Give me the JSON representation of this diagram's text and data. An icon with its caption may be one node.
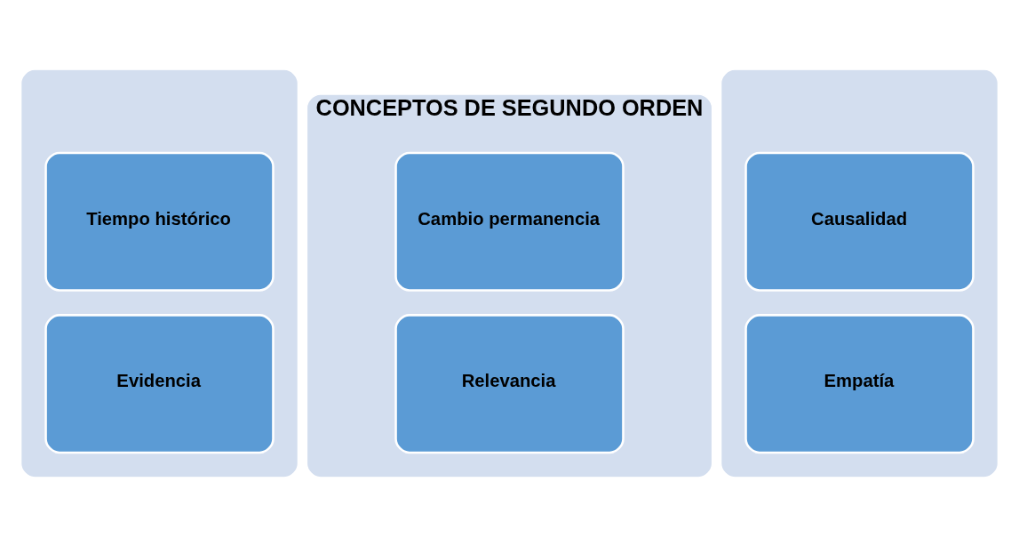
{
  "diagram": {
    "nodes": [
      {
        "text": [],
        "shape": "box"
      },
      {
        "text": [
          "Tiempo histórico"
        ],
        "in": 0
      },
      {
        "text": [
          "Evidencia"
        ],
        "in": 0
      },
      {
        "text": [
          "CONCEPTOS DE SEGUNDO ORDEN"
        ]
      },
      {
        "text": [
          "Cambio permanencia"
        ],
        "in": 3
      },
      {
        "text": [
          "Relevancia"
        ],
        "in": 3
      },
      {
        "text": [],
        "shape": "box"
      },
      {
        "text": [
          "Causalidad"
        ],
        "in": 6
      },
      {
        "text": [
          "Empatía"
        ],
        "in": 6
      }
    ]
  }
}
